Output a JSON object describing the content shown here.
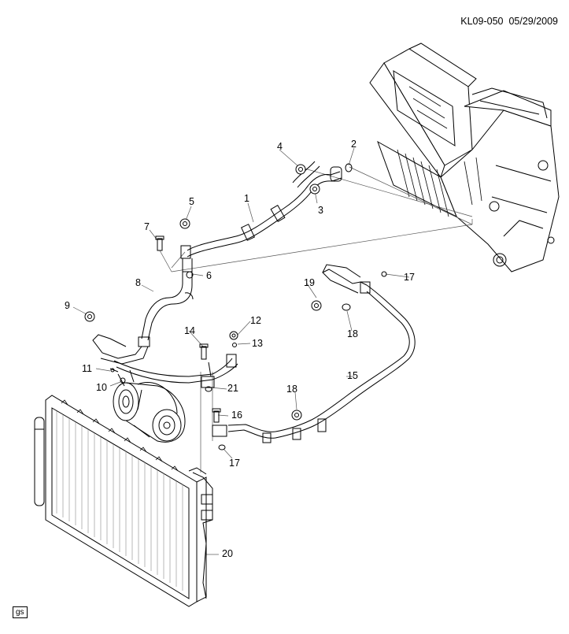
{
  "header": {
    "drawing_id": "KL09-050",
    "date": "05/29/2009"
  },
  "corner_tag": "gs",
  "callouts": [
    "1",
    "2",
    "3",
    "4",
    "5",
    "6",
    "7",
    "8",
    "9",
    "10",
    "11",
    "12",
    "13",
    "14",
    "15",
    "16",
    "17",
    "17",
    "18",
    "18",
    "19",
    "20",
    "21"
  ],
  "colors": {
    "line": "#000000",
    "leader": "#555555",
    "hatch": "#888888",
    "background": "#ffffff"
  }
}
